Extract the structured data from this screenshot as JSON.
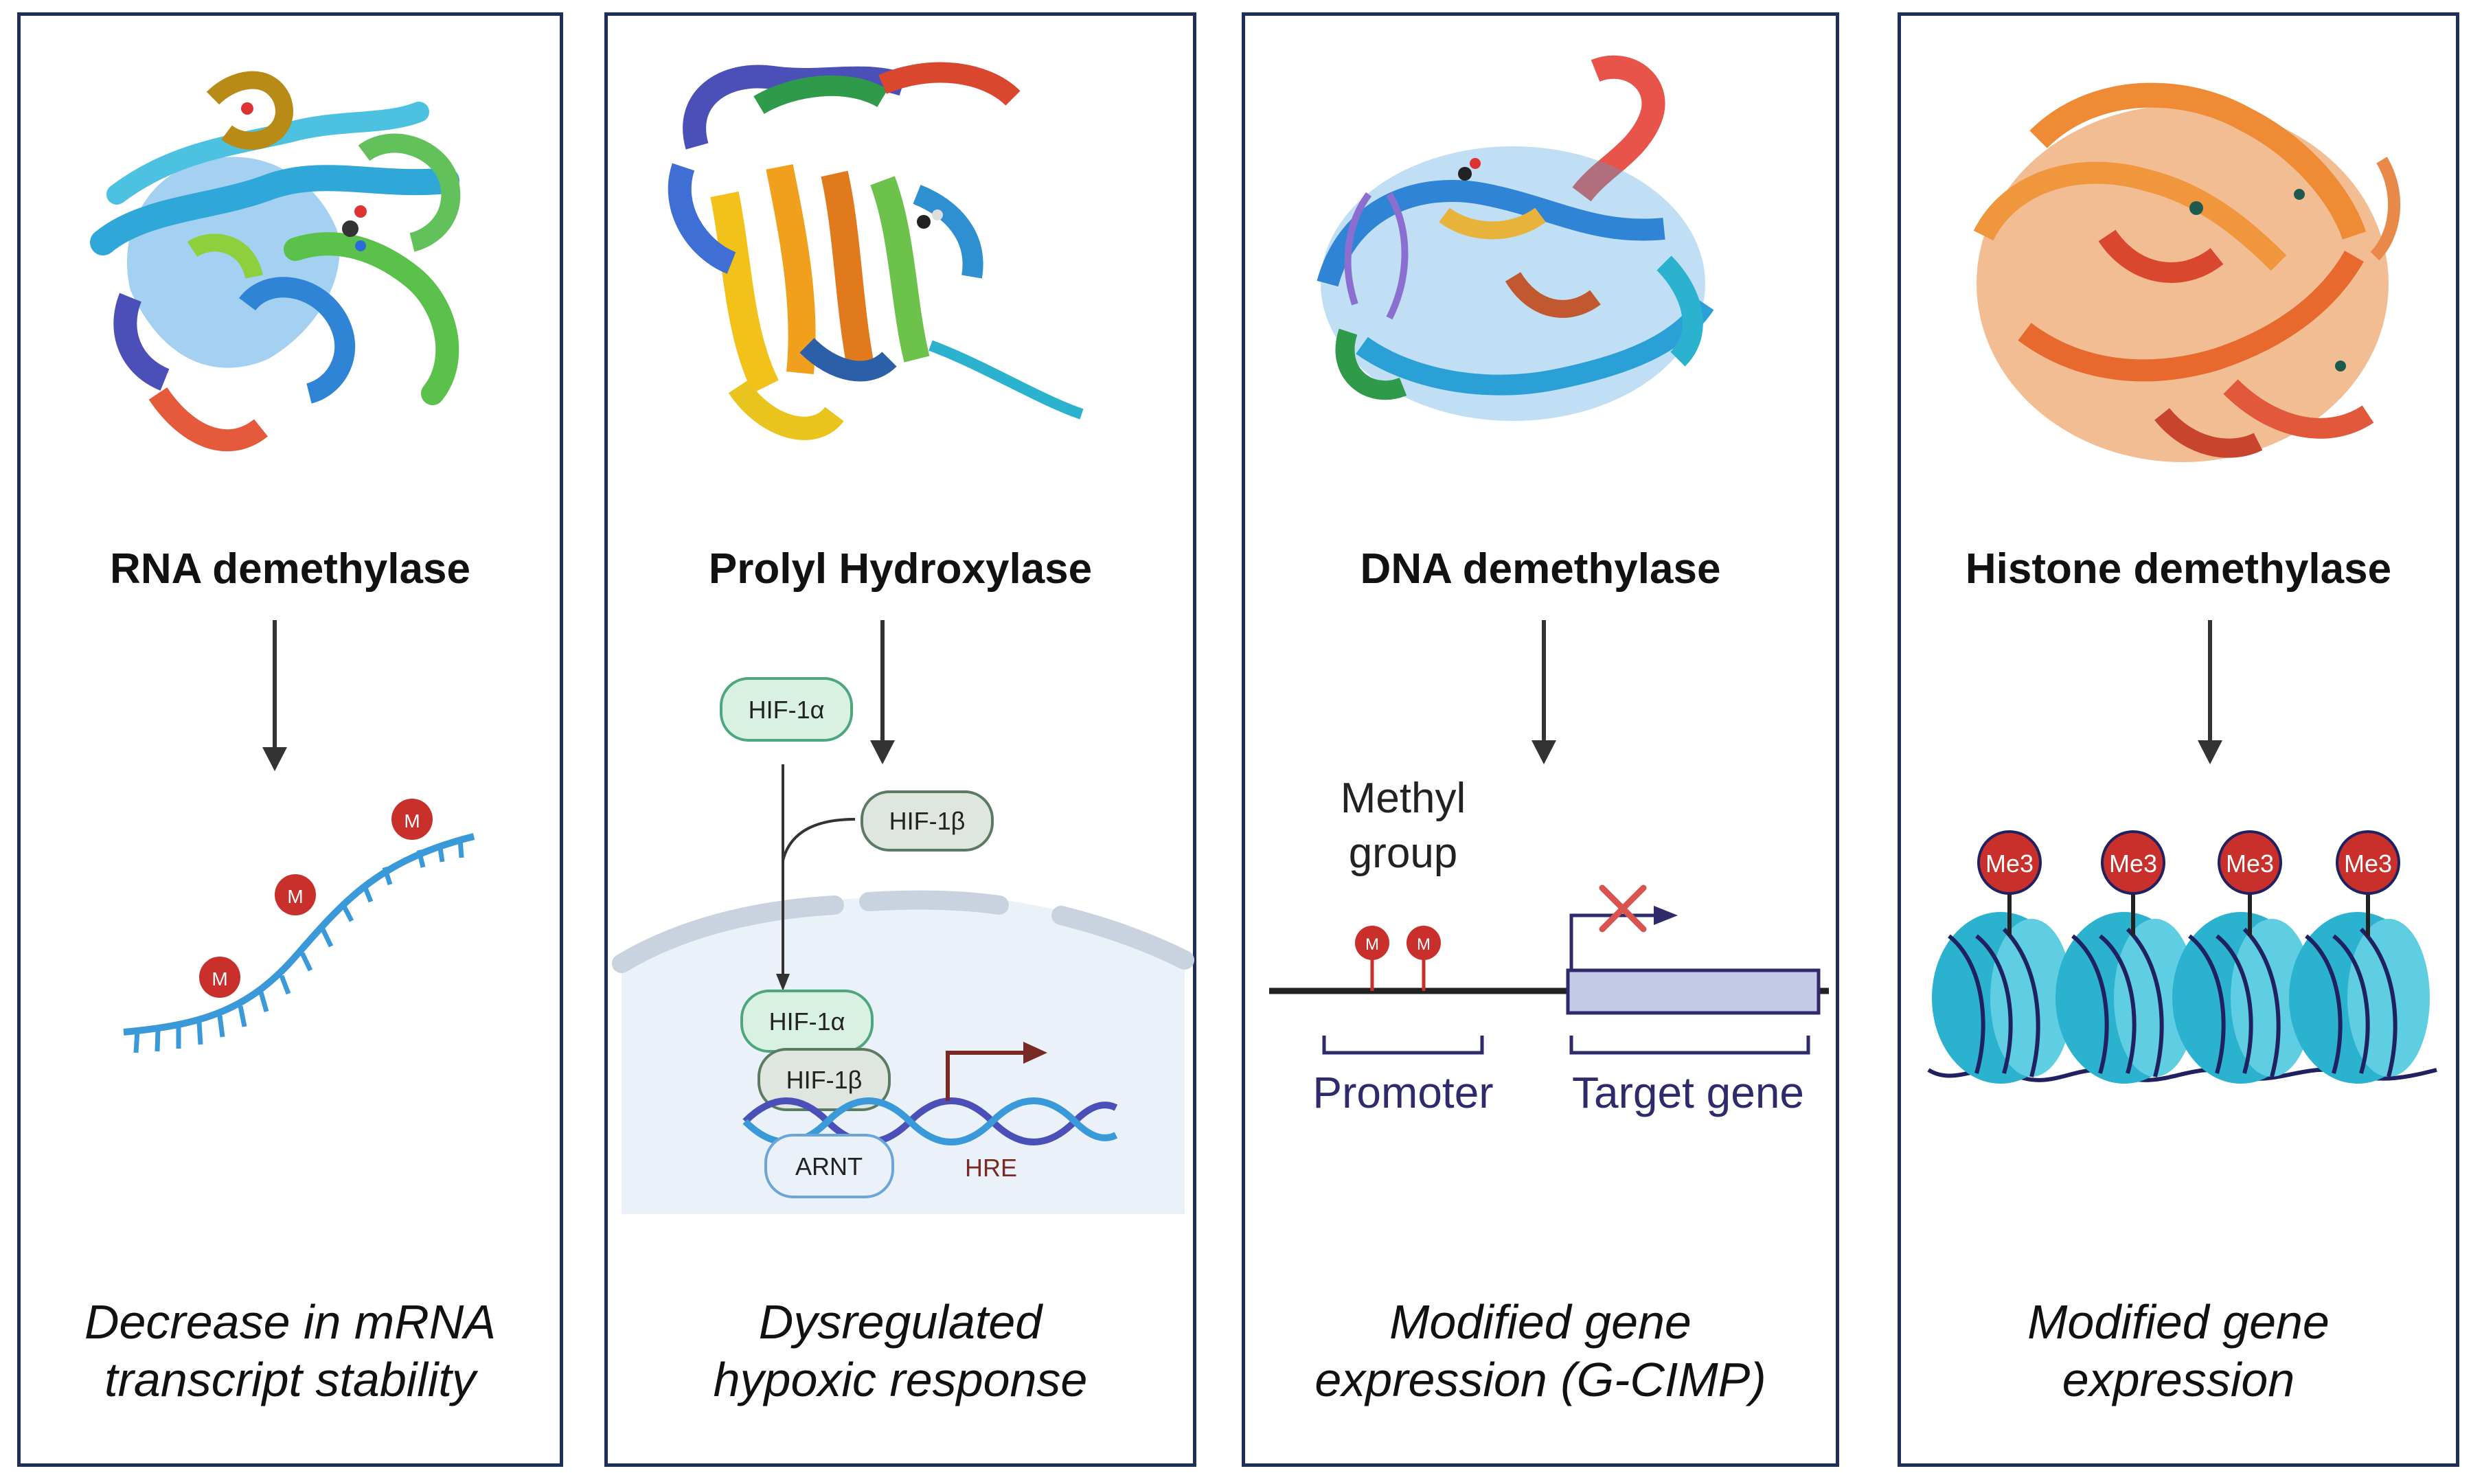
{
  "colors": {
    "border": "#1f2f5c",
    "methyl_red": "#c9302c",
    "rna_blue": "#3a9ad9",
    "hif_green": "#d9f1e3",
    "hif_beta": "#dfe6df",
    "nucleosome": "#2bb2cf",
    "gene_box": "#c5cbe6",
    "label_navy": "#2e2a6b",
    "inhibit_red": "#d9534f"
  },
  "panels": [
    {
      "title": "RNA demethylase",
      "outcome_lines": [
        "Decrease in mRNA",
        "transcript stability"
      ],
      "methyl_label": "M"
    },
    {
      "title": "Prolyl Hydroxylase",
      "outcome_lines": [
        "Dysregulated",
        "hypoxic response"
      ],
      "labels": {
        "hif1a_top": "HIF-1α",
        "hif1b_top": "HIF-1β",
        "hif1a_nuc": "HIF-1α",
        "hif1b_nuc": "HIF-1β",
        "arnt": "ARNT",
        "hre": "HRE"
      }
    },
    {
      "title": "DNA demethylase",
      "outcome_lines": [
        "Modified gene",
        "expression (G-CIMP)"
      ],
      "labels": {
        "methyl_line1": "Methyl",
        "methyl_line2": "group",
        "promoter": "Promoter",
        "target_gene": "Target gene",
        "methyl": "M"
      }
    },
    {
      "title": "Histone demethylase",
      "outcome_lines": [
        "Modified gene",
        "expression"
      ],
      "mark_label": "Me3"
    }
  ]
}
